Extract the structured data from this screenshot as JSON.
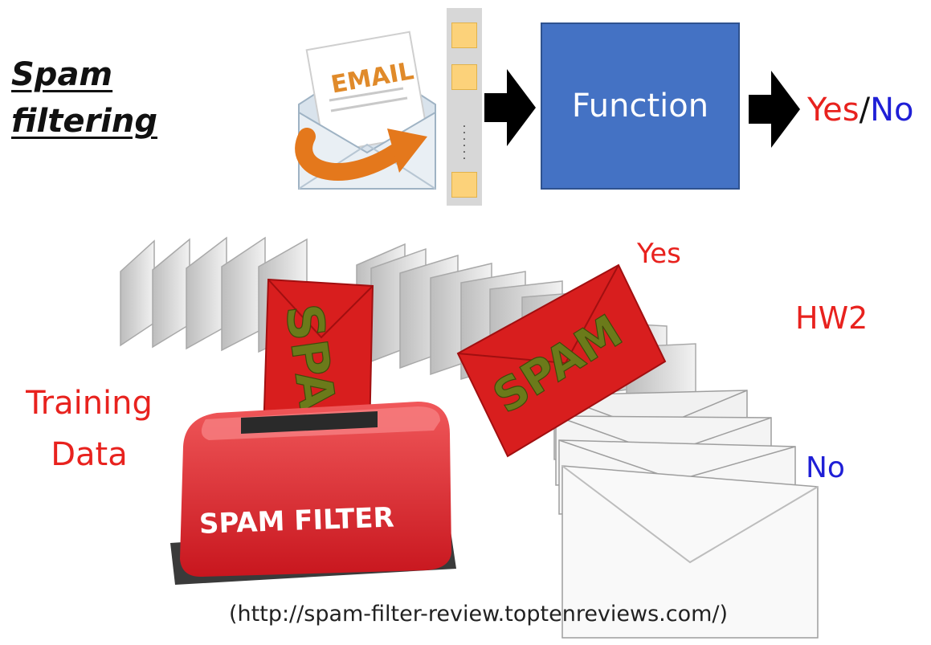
{
  "title": {
    "line1": "Spam",
    "line2": "filtering"
  },
  "email_icon": {
    "label": "EMAIL"
  },
  "feature_vector": {
    "dots": ".\n.\n.\n.\n.\n."
  },
  "function_box": {
    "label": "Function"
  },
  "output": {
    "yes": "Yes",
    "separator": "/",
    "no": "No"
  },
  "illustration": {
    "yes_label": "Yes",
    "hw_label": "HW2",
    "training_line1": "Training",
    "training_line2": "Data",
    "no_label": "No",
    "filter_box_label": "SPAM FILTER",
    "spam_text": "SPAM",
    "source_url": "(http://spam-filter-review.toptenreviews.com/)"
  },
  "colors": {
    "function_blue": "#4472c4",
    "yes_red": "#e8221e",
    "no_blue": "#1f1fd6",
    "spam_red": "#d81e1e",
    "spam_text_olive": "#6b7a1a",
    "feature_cell": "#fcd27a"
  }
}
